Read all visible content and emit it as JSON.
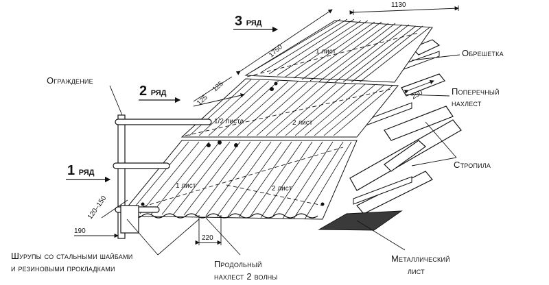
{
  "rows": [
    {
      "num": "3",
      "word": "ряд"
    },
    {
      "num": "2",
      "word": "ряд"
    },
    {
      "num": "1",
      "word": "ряд"
    }
  ],
  "labels": {
    "fence": "Ограждение",
    "battens": "Обрешетка",
    "cross_overlap_1": "Поперечный",
    "cross_overlap_2": "нахлест",
    "rafters": "Стропила",
    "screws_1": "Шурупы со стальными шайбами",
    "screws_2": "и резиновыми прокладками",
    "long_overlap_1": "Продольный",
    "long_overlap_2": "нахлест 2 волны",
    "metal_1": "Металлический",
    "metal_2": "лист"
  },
  "sheet_labels": {
    "top_one": "1 лист",
    "mid_half": "1/2 листа",
    "mid_two": "2 лист",
    "bot_one": "1 лист",
    "bot_two": "2 лист"
  },
  "dimensions": {
    "width": "1130",
    "length": "1750",
    "overlap_a": "125",
    "overlap_b": "125",
    "cross": "250",
    "eave": "120–150",
    "edge": "190",
    "long": "220"
  },
  "colors": {
    "ink": "#111111",
    "metal": "#3a3a3a",
    "paper": "#ffffff"
  }
}
